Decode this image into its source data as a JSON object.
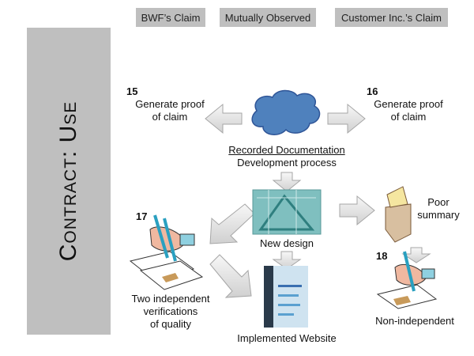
{
  "headers": {
    "bwf_claim": "BWF’s Claim",
    "mutually_observed": "Mutually Observed",
    "customer_claim": "Customer Inc.’s Claim"
  },
  "sidebar": {
    "title": "Contract: Use"
  },
  "nodes": {
    "step15": {
      "number": "15",
      "label_line1": "Generate proof",
      "label_line2": "of claim"
    },
    "step16": {
      "number": "16",
      "label_line1": "Generate proof",
      "label_line2": "of claim"
    },
    "documentation": {
      "title": "Recorded Documentation",
      "subtitle": "Development process"
    },
    "new_design": {
      "label": "New design"
    },
    "step17": {
      "number": "17",
      "label_line1": "Two independent",
      "label_line2": "verifications",
      "label_line3": "of quality"
    },
    "implemented": {
      "label": "Implemented Website"
    },
    "poor_summary": {
      "label_line1": "Poor",
      "label_line2": "summary"
    },
    "step18": {
      "number": "18",
      "label": "Non-independent"
    }
  },
  "colors": {
    "cloud": "#4f81bd",
    "header_bg": "#bfbfbf",
    "arrow_fill": "#e6e6e6",
    "arrow_stroke": "#a6a6a6"
  }
}
